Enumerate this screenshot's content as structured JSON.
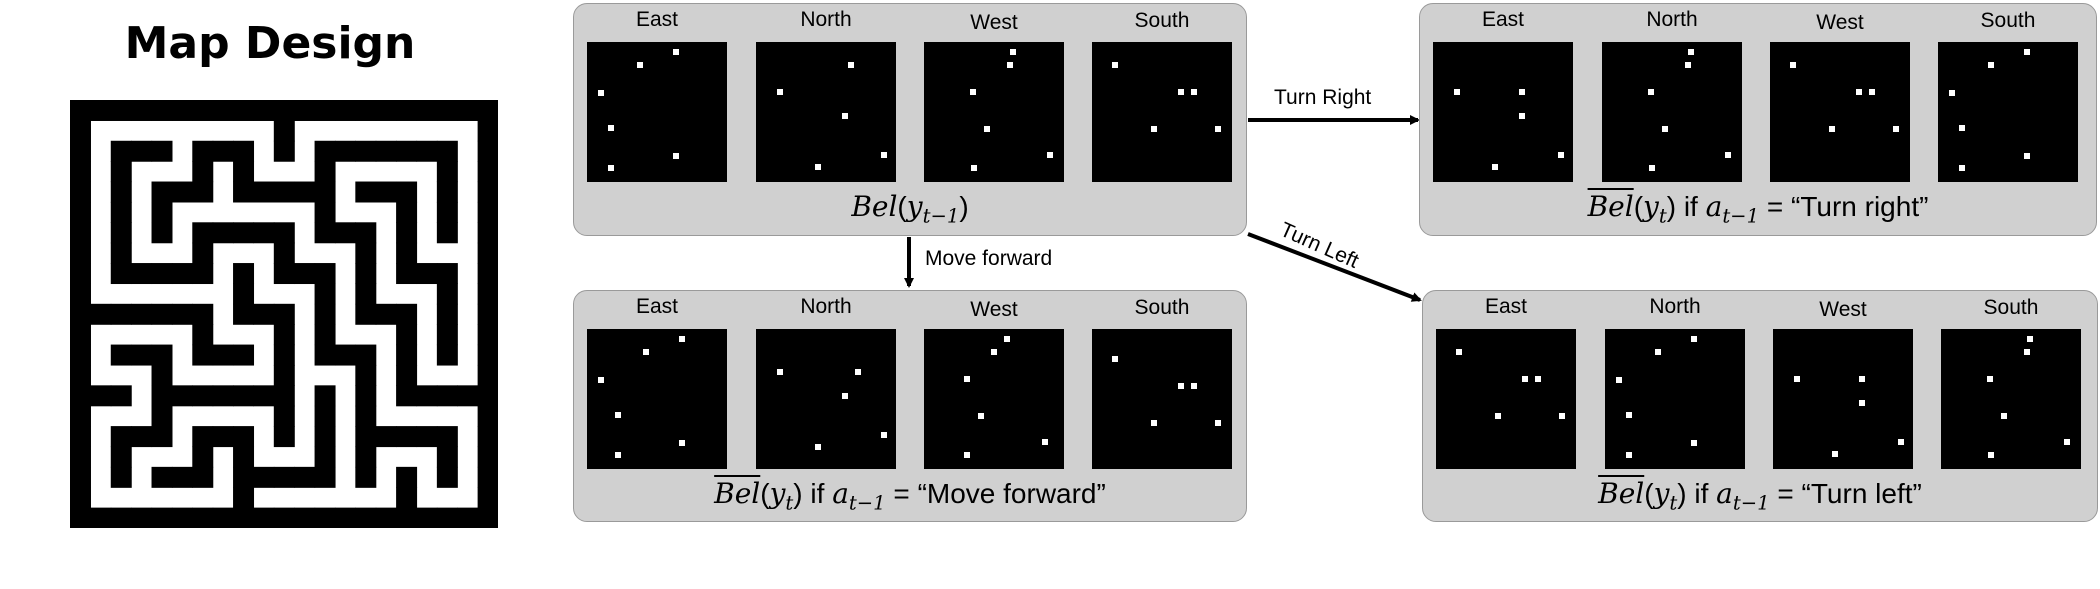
{
  "title": "Map Design",
  "direction_labels": [
    "East",
    "North",
    "West",
    "South"
  ],
  "panels": {
    "prior": {
      "caption_prefix": "Bel",
      "caption_var": "y",
      "caption_sub": "t−1",
      "caption_suffix": "",
      "dots": [
        [
          [
            0.08,
            0.36
          ],
          [
            0.37,
            0.15
          ],
          [
            0.64,
            0.05
          ],
          [
            0.16,
            0.62
          ],
          [
            0.64,
            0.83
          ],
          [
            0.16,
            0.92
          ]
        ],
        [
          [
            0.16,
            0.35
          ],
          [
            0.69,
            0.15
          ],
          [
            0.64,
            0.53
          ],
          [
            0.44,
            0.91
          ],
          [
            0.93,
            0.82
          ]
        ],
        [
          [
            0.34,
            0.35
          ],
          [
            0.62,
            0.15
          ],
          [
            0.64,
            0.05
          ],
          [
            0.45,
            0.63
          ],
          [
            0.92,
            0.82
          ],
          [
            0.35,
            0.92
          ]
        ],
        [
          [
            0.15,
            0.15
          ],
          [
            0.64,
            0.35
          ],
          [
            0.74,
            0.35
          ],
          [
            0.44,
            0.63
          ],
          [
            0.92,
            0.63
          ]
        ]
      ]
    },
    "turn_right": {
      "caption_prefix": "Bel",
      "caption_var": "y",
      "caption_sub": "t",
      "caption_suffix": " if ",
      "caption_action_var": "a",
      "caption_action_sub": "t−1",
      "caption_action": " = “Turn right”",
      "dots": [
        [
          [
            0.16,
            0.35
          ],
          [
            0.64,
            0.35
          ],
          [
            0.64,
            0.53
          ],
          [
            0.44,
            0.91
          ],
          [
            0.93,
            0.82
          ]
        ],
        [
          [
            0.34,
            0.35
          ],
          [
            0.62,
            0.15
          ],
          [
            0.64,
            0.05
          ],
          [
            0.45,
            0.63
          ],
          [
            0.35,
            0.92
          ],
          [
            0.92,
            0.82
          ]
        ],
        [
          [
            0.64,
            0.35
          ],
          [
            0.74,
            0.35
          ],
          [
            0.44,
            0.63
          ],
          [
            0.92,
            0.63
          ],
          [
            0.15,
            0.15
          ]
        ],
        [
          [
            0.08,
            0.36
          ],
          [
            0.37,
            0.15
          ],
          [
            0.64,
            0.05
          ],
          [
            0.16,
            0.62
          ],
          [
            0.64,
            0.83
          ],
          [
            0.16,
            0.92
          ]
        ]
      ]
    },
    "move_forward": {
      "caption_prefix": "Bel",
      "caption_var": "y",
      "caption_sub": "t",
      "caption_suffix": " if ",
      "caption_action_var": "a",
      "caption_action_sub": "t−1",
      "caption_action": " = “Move forward”",
      "dots": [
        [
          [
            0.08,
            0.36
          ],
          [
            0.42,
            0.15
          ],
          [
            0.69,
            0.05
          ],
          [
            0.21,
            0.62
          ],
          [
            0.69,
            0.83
          ],
          [
            0.21,
            0.92
          ]
        ],
        [
          [
            0.16,
            0.3
          ],
          [
            0.74,
            0.3
          ],
          [
            0.64,
            0.48
          ],
          [
            0.44,
            0.86
          ],
          [
            0.93,
            0.77
          ]
        ],
        [
          [
            0.3,
            0.35
          ],
          [
            0.5,
            0.15
          ],
          [
            0.6,
            0.05
          ],
          [
            0.4,
            0.63
          ],
          [
            0.88,
            0.82
          ],
          [
            0.3,
            0.92
          ]
        ],
        [
          [
            0.15,
            0.2
          ],
          [
            0.64,
            0.4
          ],
          [
            0.74,
            0.4
          ],
          [
            0.44,
            0.68
          ],
          [
            0.92,
            0.68
          ]
        ]
      ]
    },
    "turn_left": {
      "caption_prefix": "Bel",
      "caption_var": "y",
      "caption_sub": "t",
      "caption_suffix": " if ",
      "caption_action_var": "a",
      "caption_action_sub": "t−1",
      "caption_action": " = “Turn left”",
      "dots": [
        [
          [
            0.15,
            0.15
          ],
          [
            0.64,
            0.35
          ],
          [
            0.74,
            0.35
          ],
          [
            0.44,
            0.63
          ],
          [
            0.92,
            0.63
          ]
        ],
        [
          [
            0.08,
            0.36
          ],
          [
            0.37,
            0.15
          ],
          [
            0.64,
            0.05
          ],
          [
            0.16,
            0.62
          ],
          [
            0.64,
            0.83
          ],
          [
            0.16,
            0.92
          ]
        ],
        [
          [
            0.16,
            0.35
          ],
          [
            0.64,
            0.35
          ],
          [
            0.64,
            0.53
          ],
          [
            0.44,
            0.91
          ],
          [
            0.93,
            0.82
          ]
        ],
        [
          [
            0.34,
            0.35
          ],
          [
            0.62,
            0.15
          ],
          [
            0.64,
            0.05
          ],
          [
            0.45,
            0.63
          ],
          [
            0.35,
            0.92
          ],
          [
            0.92,
            0.82
          ]
        ]
      ]
    }
  },
  "arrows": {
    "turn_right": "Turn Right",
    "move_forward": "Move forward",
    "turn_left": "Turn Left"
  },
  "colors": {
    "panel_bg": "#d0d0d0",
    "panel_border": "#9a9a9a",
    "grid_bg": "#000000",
    "dot": "#ffffff",
    "maze_wall": "#000000",
    "maze_path": "#ffffff"
  },
  "maze_rows": [
    "#####################",
    "#.........#.........#",
    "#.###.###.#.#######.#",
    "#.#...#.#...#.....#.#",
    "#.#.###.#####.###.#.#",
    "#.#.#.......#...#.#.#",
    "#.#.#.#####.###.#.#.#",
    "#.#...#...#...#.#...#",
    "#.#####.#.###.#.###.#",
    "#.......#...#.#...#.#",
    "#######.###.#.###.#.#",
    "#.....#...#.#...#.#.#",
    "#.###.###.#.###.#.#.#",
    "#...#.....#...#.#...#",
    "###.#######.#.#.#####",
    "#...#.....#.#.#.....#",
    "#.###.###.#.#.#####.#",
    "#.#...#.#...#.#...#.#",
    "#.#.###.#####.#.#.#.#",
    "#.......#.......#...#",
    "#####################"
  ]
}
